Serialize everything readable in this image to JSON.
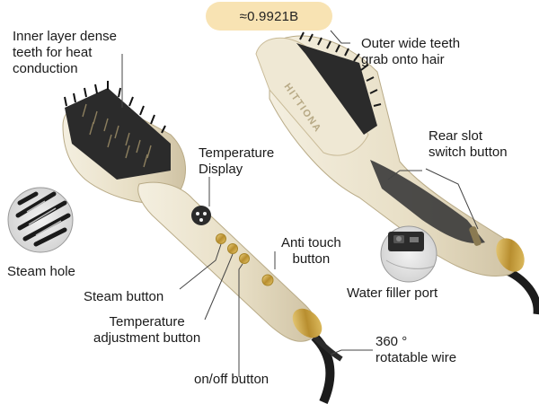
{
  "badge": {
    "text": "≈0.9921B"
  },
  "brand": {
    "text": "HITTIONA"
  },
  "labels": {
    "inner_teeth": [
      "Inner layer dense",
      "teeth for heat",
      "conduction"
    ],
    "outer_teeth": [
      "Outer wide teeth",
      "grab onto hair"
    ],
    "rear_slot": [
      "Rear slot",
      "switch button"
    ],
    "temp_display": [
      "Temperature",
      "Display"
    ],
    "anti_touch": [
      "Anti touch",
      "button"
    ],
    "steam_hole": [
      "Steam hole"
    ],
    "steam_button": [
      "Steam button"
    ],
    "water_port": [
      "Water filler port"
    ],
    "temp_adjust": [
      "Temperature",
      "adjustment button"
    ],
    "wire": [
      "360 °",
      "rotatable wire"
    ],
    "onoff": [
      "on/off button"
    ]
  },
  "colors": {
    "body": "#ece4cf",
    "body_shade": "#d8ccb0",
    "gold": "#c9a441",
    "bristle": "#2b2b2b",
    "badge": "#f8e3b3"
  }
}
